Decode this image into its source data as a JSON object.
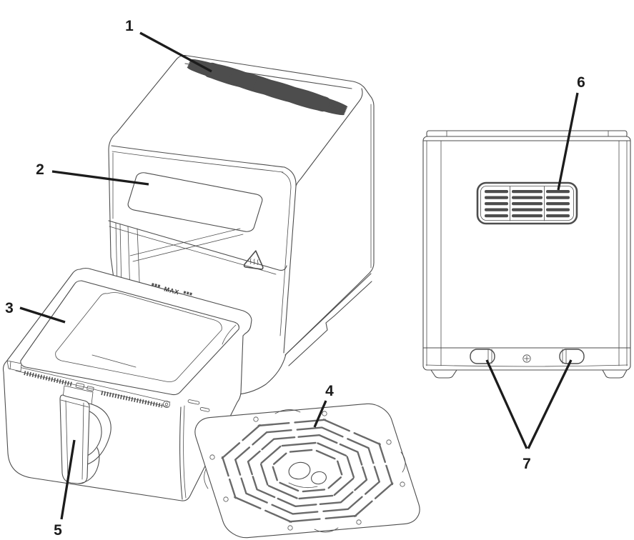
{
  "diagram": {
    "description_visible_text_only": "numbered parts diagram",
    "callouts": {
      "c1": "1",
      "c2": "2",
      "c3": "3",
      "c4": "4",
      "c5": "5",
      "c6": "6",
      "c7": "7"
    },
    "basket": {
      "max_label": "MAX"
    },
    "icons": {
      "warning": "hot-surface-warning-icon",
      "top_vent": "vent-grille-icon",
      "rear_vent": "vent-grille-icon",
      "screw": "screw-icon"
    },
    "colors": {
      "background": "#ffffff",
      "line": "#4d4d4d",
      "callout": "#1c1c1c"
    }
  }
}
